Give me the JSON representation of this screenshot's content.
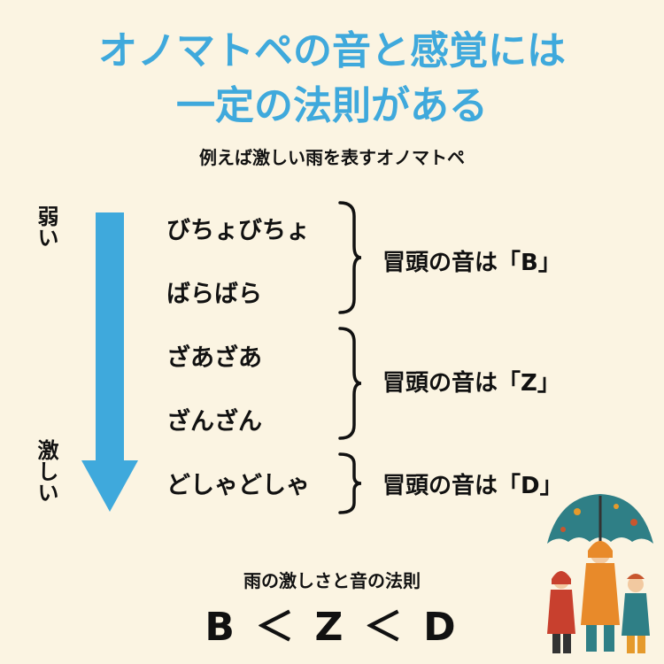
{
  "title": {
    "line1": "オノマトペの音と感覚には",
    "line2": "一定の法則がある"
  },
  "subtitle": "例えば激しい雨を表すオノマトペ",
  "scale": {
    "weak": "弱い",
    "strong": "激しい"
  },
  "groups": [
    {
      "words": [
        "びちょびちょ",
        "ばらばら"
      ],
      "rule": "冒頭の音は「B」"
    },
    {
      "words": [
        "ざあざあ",
        "ざんざん"
      ],
      "rule": "冒頭の音は「Z」"
    },
    {
      "words": [
        "どしゃどしゃ"
      ],
      "rule": "冒頭の音は「D」"
    }
  ],
  "summary": {
    "label": "雨の激しさと音の法則",
    "formula": "B ＜ Z ＜ D"
  },
  "colors": {
    "accent": "#3FA9DC",
    "background": "#FBF4E2",
    "text": "#111111"
  }
}
